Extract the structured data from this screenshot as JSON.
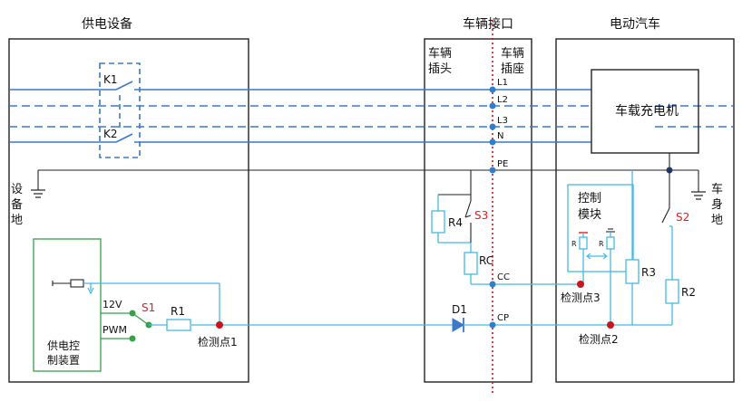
{
  "sections": {
    "supply_equipment": "供电设备",
    "vehicle_interface": "车辆接口",
    "electric_vehicle": "电动汽车"
  },
  "interface": {
    "plug_line1": "车辆",
    "plug_line2": "插头",
    "socket_line1": "车辆",
    "socket_line2": "插座"
  },
  "pins": {
    "l1": "L1",
    "l2": "L2",
    "l3": "L3",
    "n": "N",
    "pe": "PE",
    "cc": "CC",
    "cp": "CP"
  },
  "contactors": {
    "k1": "K1",
    "k2": "K2"
  },
  "charger": "车载充电机",
  "control_module_line1": "控制",
  "control_module_line2": "模块",
  "supply_controller_line1": "供电控",
  "supply_controller_line2": "制装置",
  "equipment_ground": [
    "设",
    "备",
    "地"
  ],
  "vehicle_ground": [
    "车",
    "身",
    "地"
  ],
  "voltages": {
    "v12": "12V",
    "pwm": "PWM"
  },
  "switches": {
    "s1": "S1",
    "s2": "S2",
    "s3": "S3"
  },
  "resistors": {
    "r1": "R1",
    "r2": "R2",
    "r3": "R3",
    "r4": "R4",
    "rc": "RC",
    "r_small_a": "R",
    "r_small_b": "R"
  },
  "diode": "D1",
  "detection_points": {
    "p1": "检测点1",
    "p2": "检测点2",
    "p3": "检测点3"
  },
  "colors": {
    "power_line": "#3a78c9",
    "signal_line": "#45b9e2",
    "supply_controller": "#35a148",
    "ground_line": "#222222",
    "centerline": "#d0101c",
    "detection_node": "#c8141c",
    "interface_node": "#2f7fd0"
  }
}
